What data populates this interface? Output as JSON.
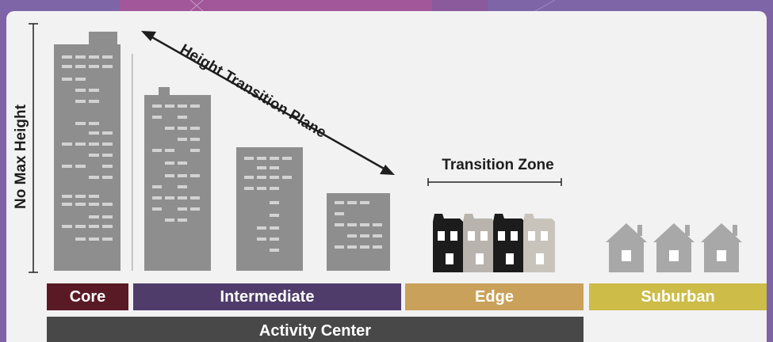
{
  "labels": {
    "axis": "No Max Height",
    "plane": "Height Transition Plane",
    "zone": "Transition Zone"
  },
  "categories": {
    "core": "Core",
    "intermediate": "Intermediate",
    "edge": "Edge",
    "suburban": "Suburban",
    "activity_center": "Activity Center"
  },
  "colors": {
    "background": "#7e63a6",
    "panel": "#f2f2f3",
    "building": "#8a8a8a",
    "house": "#a8a8a8",
    "core": "#5a1a25",
    "intermediate": "#4f3c6b",
    "edge": "#c9a15a",
    "suburban": "#cdbc48",
    "activity_center": "#484848"
  }
}
